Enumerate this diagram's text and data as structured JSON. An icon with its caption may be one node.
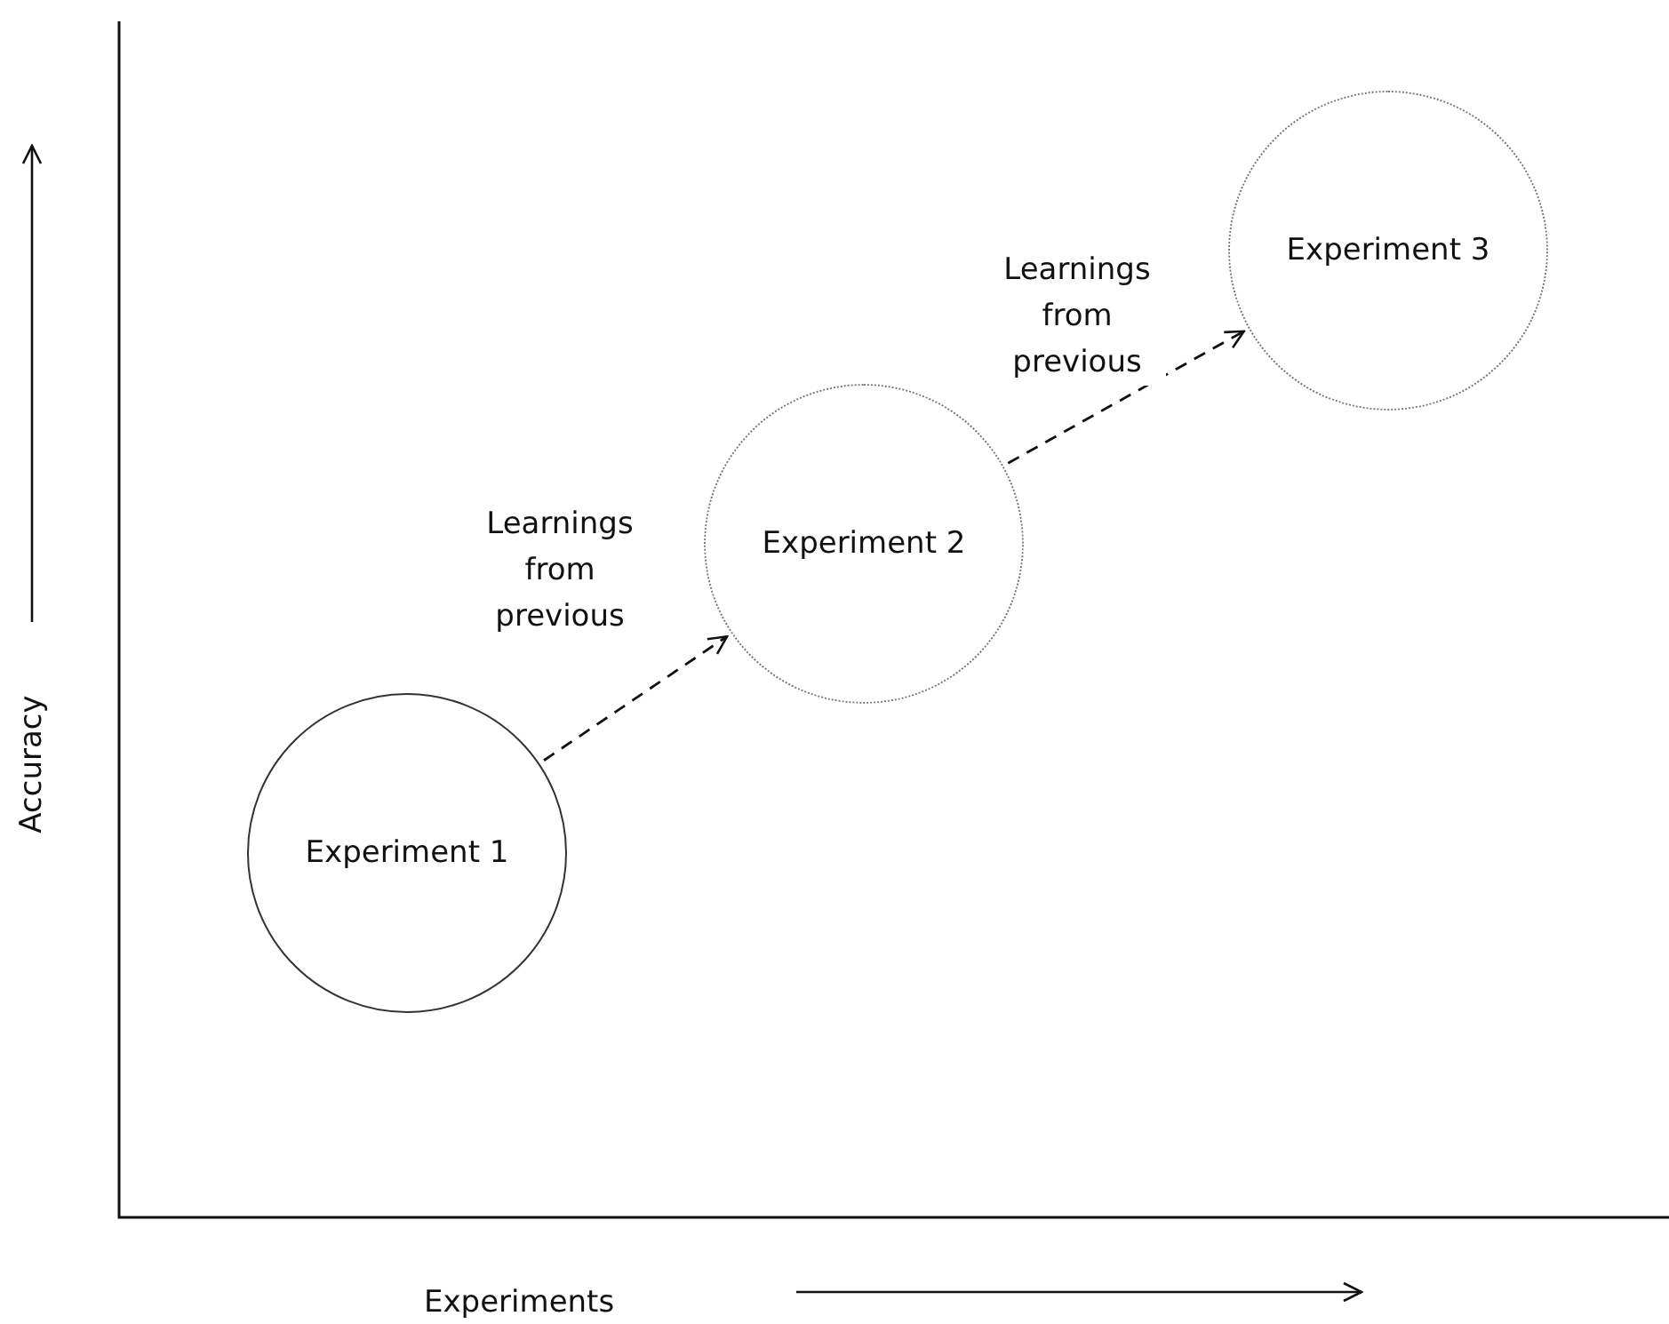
{
  "diagram": {
    "nodes": [
      {
        "text": [
          "Experiment 1"
        ]
      },
      {
        "text": [
          "Experiment 2"
        ]
      },
      {
        "text": [
          "Experiment 3"
        ]
      }
    ],
    "edges": [
      {
        "from": 0,
        "to": 1,
        "arrow": "to",
        "style": "dashed",
        "label": "Learnings from previous"
      },
      {
        "from": 1,
        "to": 2,
        "arrow": "to",
        "style": "dashed",
        "label": "Learnings from previous"
      }
    ],
    "labels": [
      "Accuracy",
      "Experiments"
    ]
  }
}
